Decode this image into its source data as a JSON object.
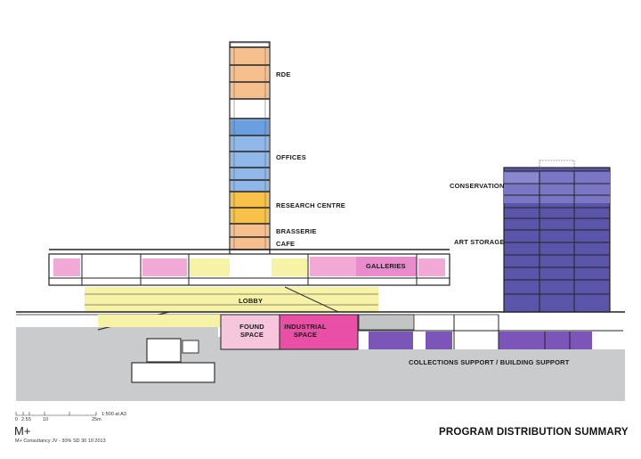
{
  "labels": {
    "rde": "RDE",
    "offices": "OFFICES",
    "research_centre": "RESEARCH CENTRE",
    "brasserie": "BRASSERIE",
    "cafe": "CAFE",
    "conservation": "CONSERVATION",
    "art_storage": "ART STORAGE",
    "galleries": "GALLERIES",
    "lobby": "LOBBY",
    "found_space": "FOUND\nSPACE",
    "industrial_space": "INDUSTRIAL\nSPACE",
    "collections_support": "COLLECTIONS SUPPORT / BUILDING SUPPORT"
  },
  "footer": {
    "title": "PROGRAM DISTRIBUTION SUMMARY",
    "logo": "M+",
    "credit": "M+ Consultancy JV - 30% SD 30 10 2013",
    "scale_text": "1:500 at A3",
    "scale_ticks": [
      "0",
      "2.5",
      "5",
      "10",
      "",
      "25m"
    ]
  },
  "colors": {
    "rde": "#f6c08e",
    "offices": "#8fb8e8",
    "research_centre": "#f7c14a",
    "galleries": "#f2a9d6",
    "lobby": "#f7f3a6",
    "industrial": "#e84fa5",
    "found_space": "#f6c6dc",
    "conservation": "#7b76c4",
    "storage": "#5a55a8",
    "collections": "#7b55b8",
    "ground": "#c9cbcc"
  }
}
